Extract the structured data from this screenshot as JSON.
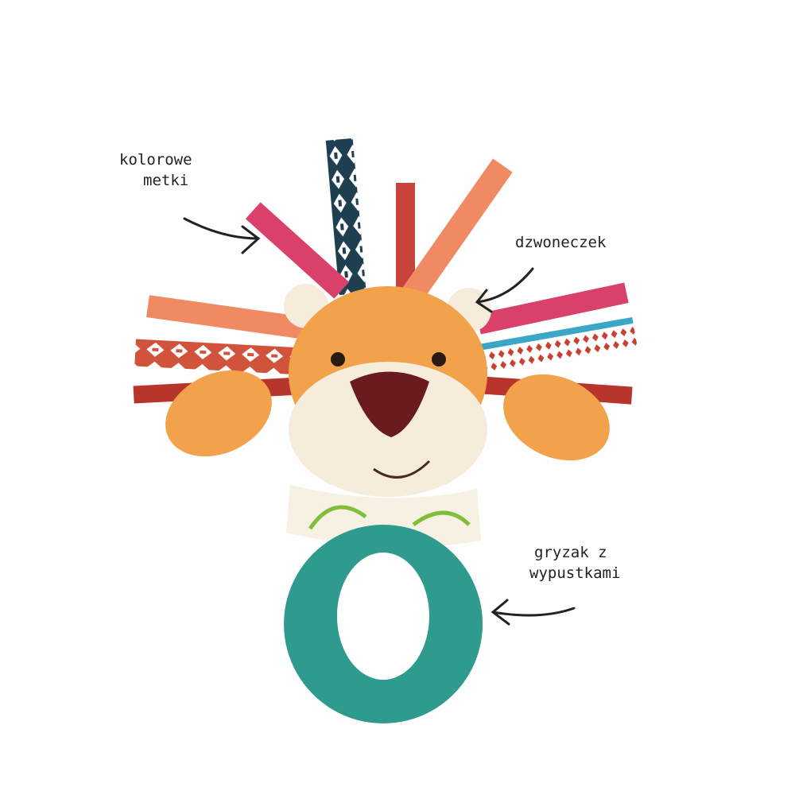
{
  "annotations": {
    "tags": {
      "line1": "kolorowe",
      "line2": "metki"
    },
    "bell": {
      "line1": "dzwoneczek"
    },
    "teether": {
      "line1": "gryzak z",
      "line2": "wypustkami"
    }
  },
  "colors": {
    "ribbon_pink": "#d9406a",
    "ribbon_salmon": "#f08a62",
    "ribbon_red": "#b8352c",
    "ribbon_navy": "#1e3f4f",
    "fur_orange": "#f2a24a",
    "face_cream": "#f5ecdc",
    "nose": "#6b1a1e",
    "teether_teal": "#2f9a8e"
  }
}
